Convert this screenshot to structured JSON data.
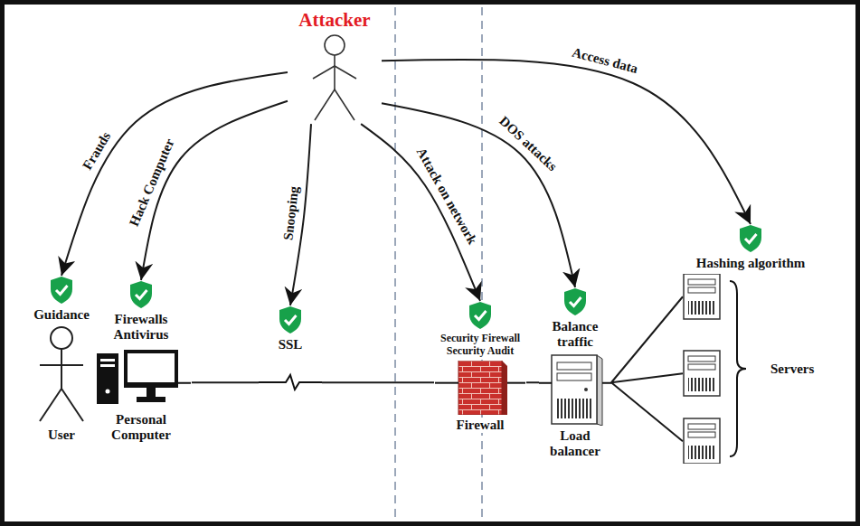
{
  "diagram": {
    "nodes": [
      {
        "text": [
          "Attacker"
        ]
      },
      {
        "text": [
          "Guidance",
          "User"
        ]
      },
      {
        "text": [
          "Firewalls Antivirus",
          "Personal Computer"
        ]
      },
      {
        "text": [
          "SSL"
        ]
      },
      {
        "text": [
          "Security Firewall Security Audit",
          "Firewall"
        ]
      },
      {
        "text": [
          "Balance traffic",
          "Load balancer"
        ]
      },
      {
        "text": [
          "Hashing algorithm",
          "Servers"
        ]
      }
    ],
    "edges": [
      {
        "from": 0,
        "to": 1,
        "label": "Frauds",
        "arrow": "to"
      },
      {
        "from": 0,
        "to": 2,
        "label": "Hack Computer",
        "arrow": "to"
      },
      {
        "from": 0,
        "to": 3,
        "label": "Snooping",
        "arrow": "to"
      },
      {
        "from": 0,
        "to": 4,
        "label": "Attack on network",
        "arrow": "to"
      },
      {
        "from": 0,
        "to": 5,
        "label": "DOS attacks",
        "arrow": "to"
      },
      {
        "from": 0,
        "to": 6,
        "label": "Access data",
        "arrow": "to"
      },
      {
        "from": 2,
        "to": 3,
        "arrow": "none"
      },
      {
        "from": 3,
        "to": 4,
        "arrow": "none"
      },
      {
        "from": 4,
        "to": 5,
        "arrow": "none"
      },
      {
        "from": 5,
        "to": 6,
        "arrow": "none"
      }
    ]
  }
}
